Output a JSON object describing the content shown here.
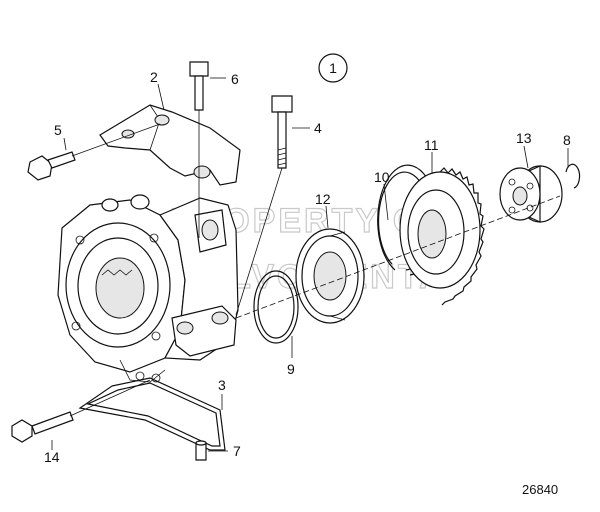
{
  "labels": {
    "p1": "2",
    "p2": "6",
    "p3": "5",
    "p4": "4",
    "p5": "12",
    "p6": "10",
    "p7": "11",
    "p8": "13",
    "p9": "8",
    "p10": "9",
    "p11": "3",
    "p12": "7",
    "p13": "14"
  },
  "group_marker": "1",
  "doc_number": "26840",
  "watermark": [
    "PROPERTY OF",
    "VOLVO PENTA"
  ]
}
